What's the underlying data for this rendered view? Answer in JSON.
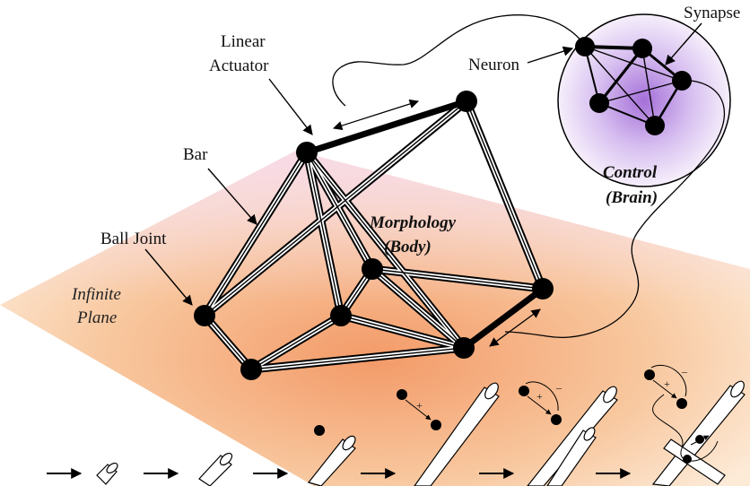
{
  "labels": {
    "linear_actuator_line1": "Linear",
    "linear_actuator_line2": "Actuator",
    "neuron": "Neuron",
    "synapse": "Synapse",
    "bar": "Bar",
    "ball_joint": "Ball Joint",
    "morphology_line1": "Morphology",
    "morphology_line2": "(Body)",
    "control_line1": "Control",
    "control_line2": "(Brain)",
    "infinite_line1": "Infinite",
    "infinite_line2": "Plane"
  },
  "sequence_marks": {
    "plus": "+",
    "minus": "–"
  },
  "colors": {
    "plane_center": "#f4a070",
    "plane_edge": "#fce4cc",
    "brain_center": "#a070d8",
    "brain_edge": "#f4ecfa",
    "structure": "#000000"
  }
}
